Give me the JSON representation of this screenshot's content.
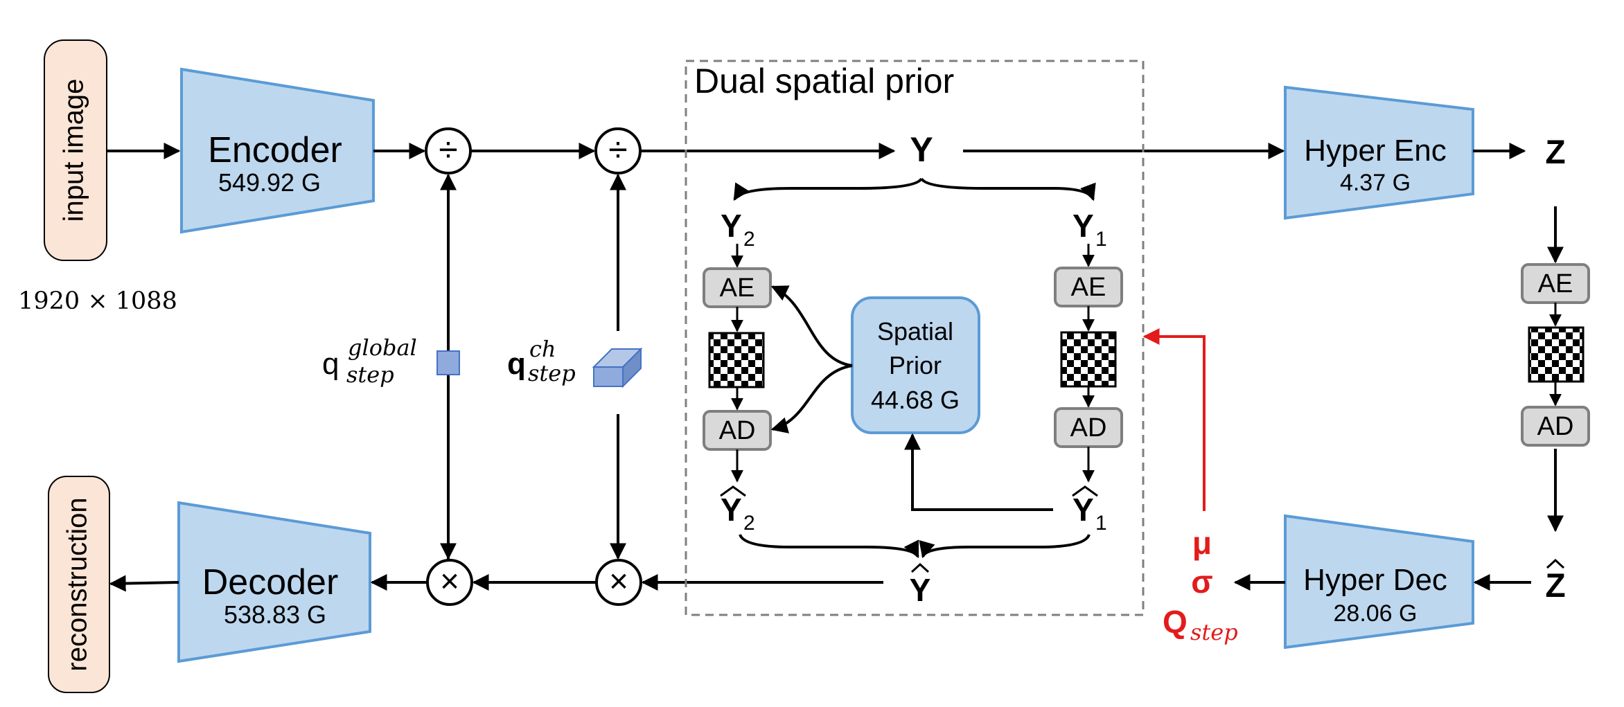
{
  "input": {
    "label": "input image",
    "resolution": "1920 × 1088"
  },
  "output": {
    "label": "reconstruction"
  },
  "encoder": {
    "label": "Encoder",
    "flops": "549.92 G"
  },
  "decoder": {
    "label": "Decoder",
    "flops": "538.83 G"
  },
  "hyper_encoder": {
    "label": "Hyper Enc",
    "flops": "4.37 G"
  },
  "hyper_decoder": {
    "label": "Hyper Dec",
    "flops": "28.06 G"
  },
  "operators": {
    "divide": "÷",
    "multiply": "×"
  },
  "qstep_global": {
    "base": "q",
    "sup": "global",
    "sub": "step"
  },
  "qstep_ch": {
    "base": "q",
    "sup": "ch",
    "sub": "step"
  },
  "dual_prior": {
    "title": "Dual spatial prior",
    "y": "Y",
    "y2": "Y",
    "y2_sub": "2",
    "y1": "Y",
    "y1_sub": "1",
    "y2_hat": "Y",
    "y2_hat_sub": "2",
    "y1_hat": "Y",
    "y1_hat_sub": "1",
    "y_hat": "Y",
    "spatial_prior": {
      "line1": "Spatial",
      "line2": "Prior",
      "flops": "44.68 G"
    }
  },
  "entropy": {
    "ae": "AE",
    "ad": "AD"
  },
  "hyper": {
    "z": "Z",
    "z_hat": "Z"
  },
  "params": {
    "mu": "μ",
    "sigma": "σ",
    "qstep_base": "Q",
    "qstep_sub": "step"
  },
  "colors": {
    "block_fill": "#bdd7ee",
    "block_stroke": "#5b9bd5",
    "io_fill": "#fbe5d6",
    "ae_fill": "#d9d9d9",
    "ae_stroke": "#7f7f7f",
    "red": "#e31b1b",
    "qstep_fill": "#8faadc"
  }
}
